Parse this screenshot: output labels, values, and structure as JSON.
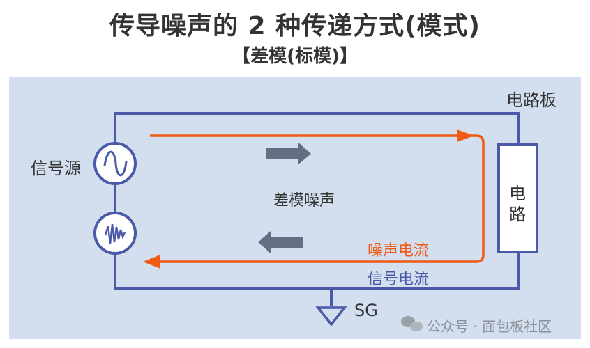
{
  "title": "传导噪声的 2 种传递方式(模式)",
  "subtitle": "【差模(标模)】",
  "diagram": {
    "board_label": "电路板",
    "source_label": "信号源",
    "center_label": "差模噪声",
    "circuit_label_1": "电",
    "circuit_label_2": "路",
    "noise_current_label": "噪声电流",
    "signal_current_label": "信号电流",
    "ground_label": "SG",
    "colors": {
      "panel": "#d3dfee",
      "wire": "#4a5aa8",
      "noise": "#f05a14",
      "arrow": "#646e82"
    }
  },
  "watermark": "公众号 · 面包板社区"
}
